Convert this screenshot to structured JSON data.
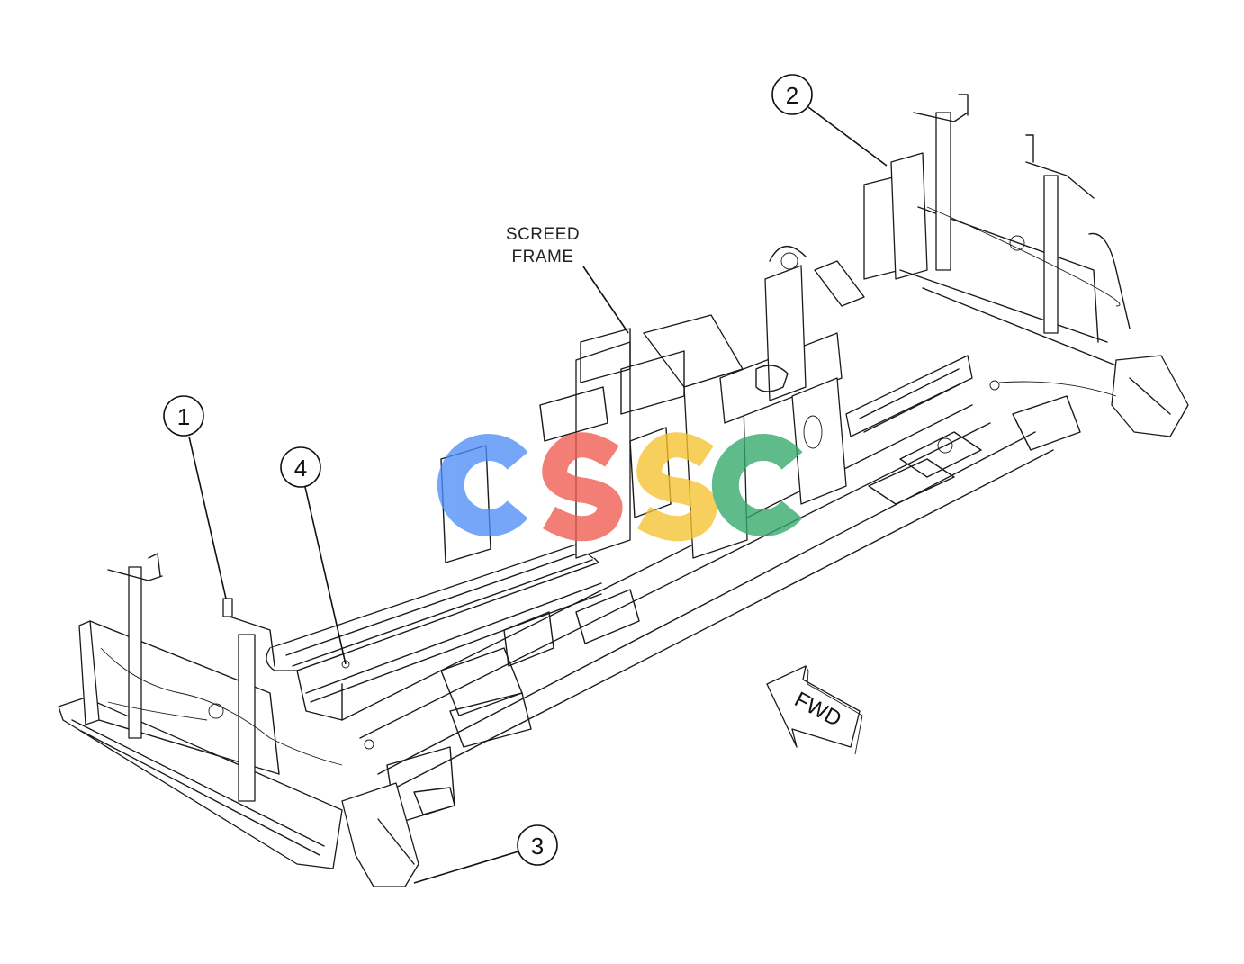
{
  "diagram": {
    "labels": {
      "screed_frame_line1": "SCREED",
      "screed_frame_line2": "FRAME",
      "forward_arrow": "FWD"
    },
    "callouts": [
      {
        "number": "1"
      },
      {
        "number": "2"
      },
      {
        "number": "3"
      },
      {
        "number": "4"
      }
    ],
    "watermark": {
      "text": "CSSC",
      "colors": [
        "#4f8ef7",
        "#ef5a50",
        "#f6c230",
        "#34a86b"
      ]
    }
  }
}
